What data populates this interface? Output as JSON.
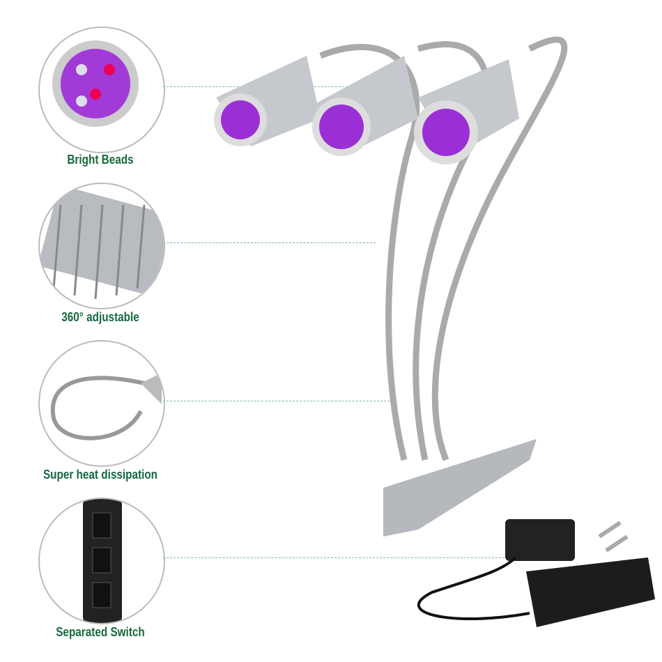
{
  "features": [
    {
      "label": "Bright Beads",
      "icon": "led-beads-icon"
    },
    {
      "label": "360° adjustable",
      "icon": "heatsink-icon"
    },
    {
      "label": "Super heat dissipation",
      "icon": "gooseneck-icon"
    },
    {
      "label": "Separated Switch",
      "icon": "switch-panel-icon"
    }
  ],
  "colors": {
    "label": "#17683f",
    "led": "#9b2fd6",
    "metal": "#c5c8cc"
  }
}
